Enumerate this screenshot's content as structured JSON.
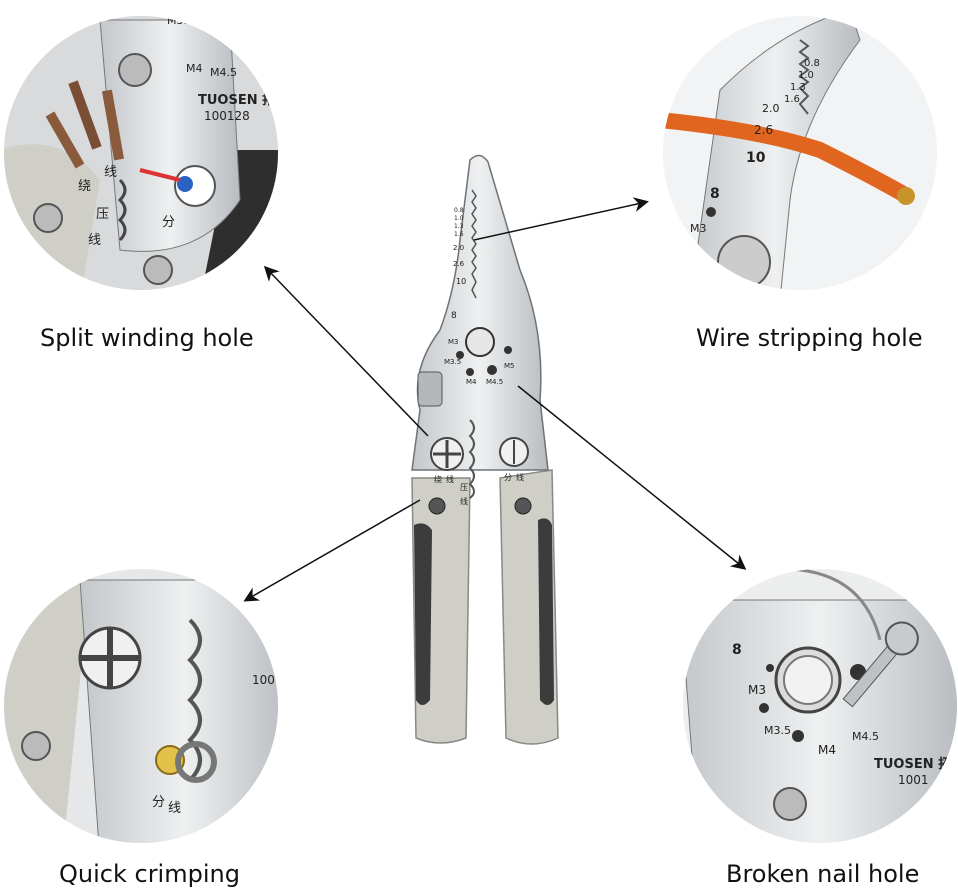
{
  "captions": {
    "split_winding": "Split winding hole",
    "wire_stripping": "Wire stripping hole",
    "quick_crimping": "Quick crimping",
    "broken_nail": "Broken nail hole"
  },
  "tool": {
    "brand": "TUOSEN 拓森",
    "model": "100128",
    "strip_sizes": [
      "0.8",
      "1.0",
      "1.3",
      "1.6",
      "2.0",
      "2.6",
      "10"
    ],
    "bolt_sizes": [
      "8",
      "M3",
      "M3.5",
      "M4",
      "M4.5",
      "M5"
    ],
    "marks": {
      "wind": "绕",
      "wire": "线",
      "press": "压",
      "split": "分"
    }
  },
  "colors": {
    "steel": "#d9dbdd",
    "steel_dark": "#a8acb0",
    "handle_grey": "#c8c8c0",
    "grip_dark": "#3c3c3c",
    "wire_orange": "#e0661f",
    "arrow": "#111111"
  }
}
